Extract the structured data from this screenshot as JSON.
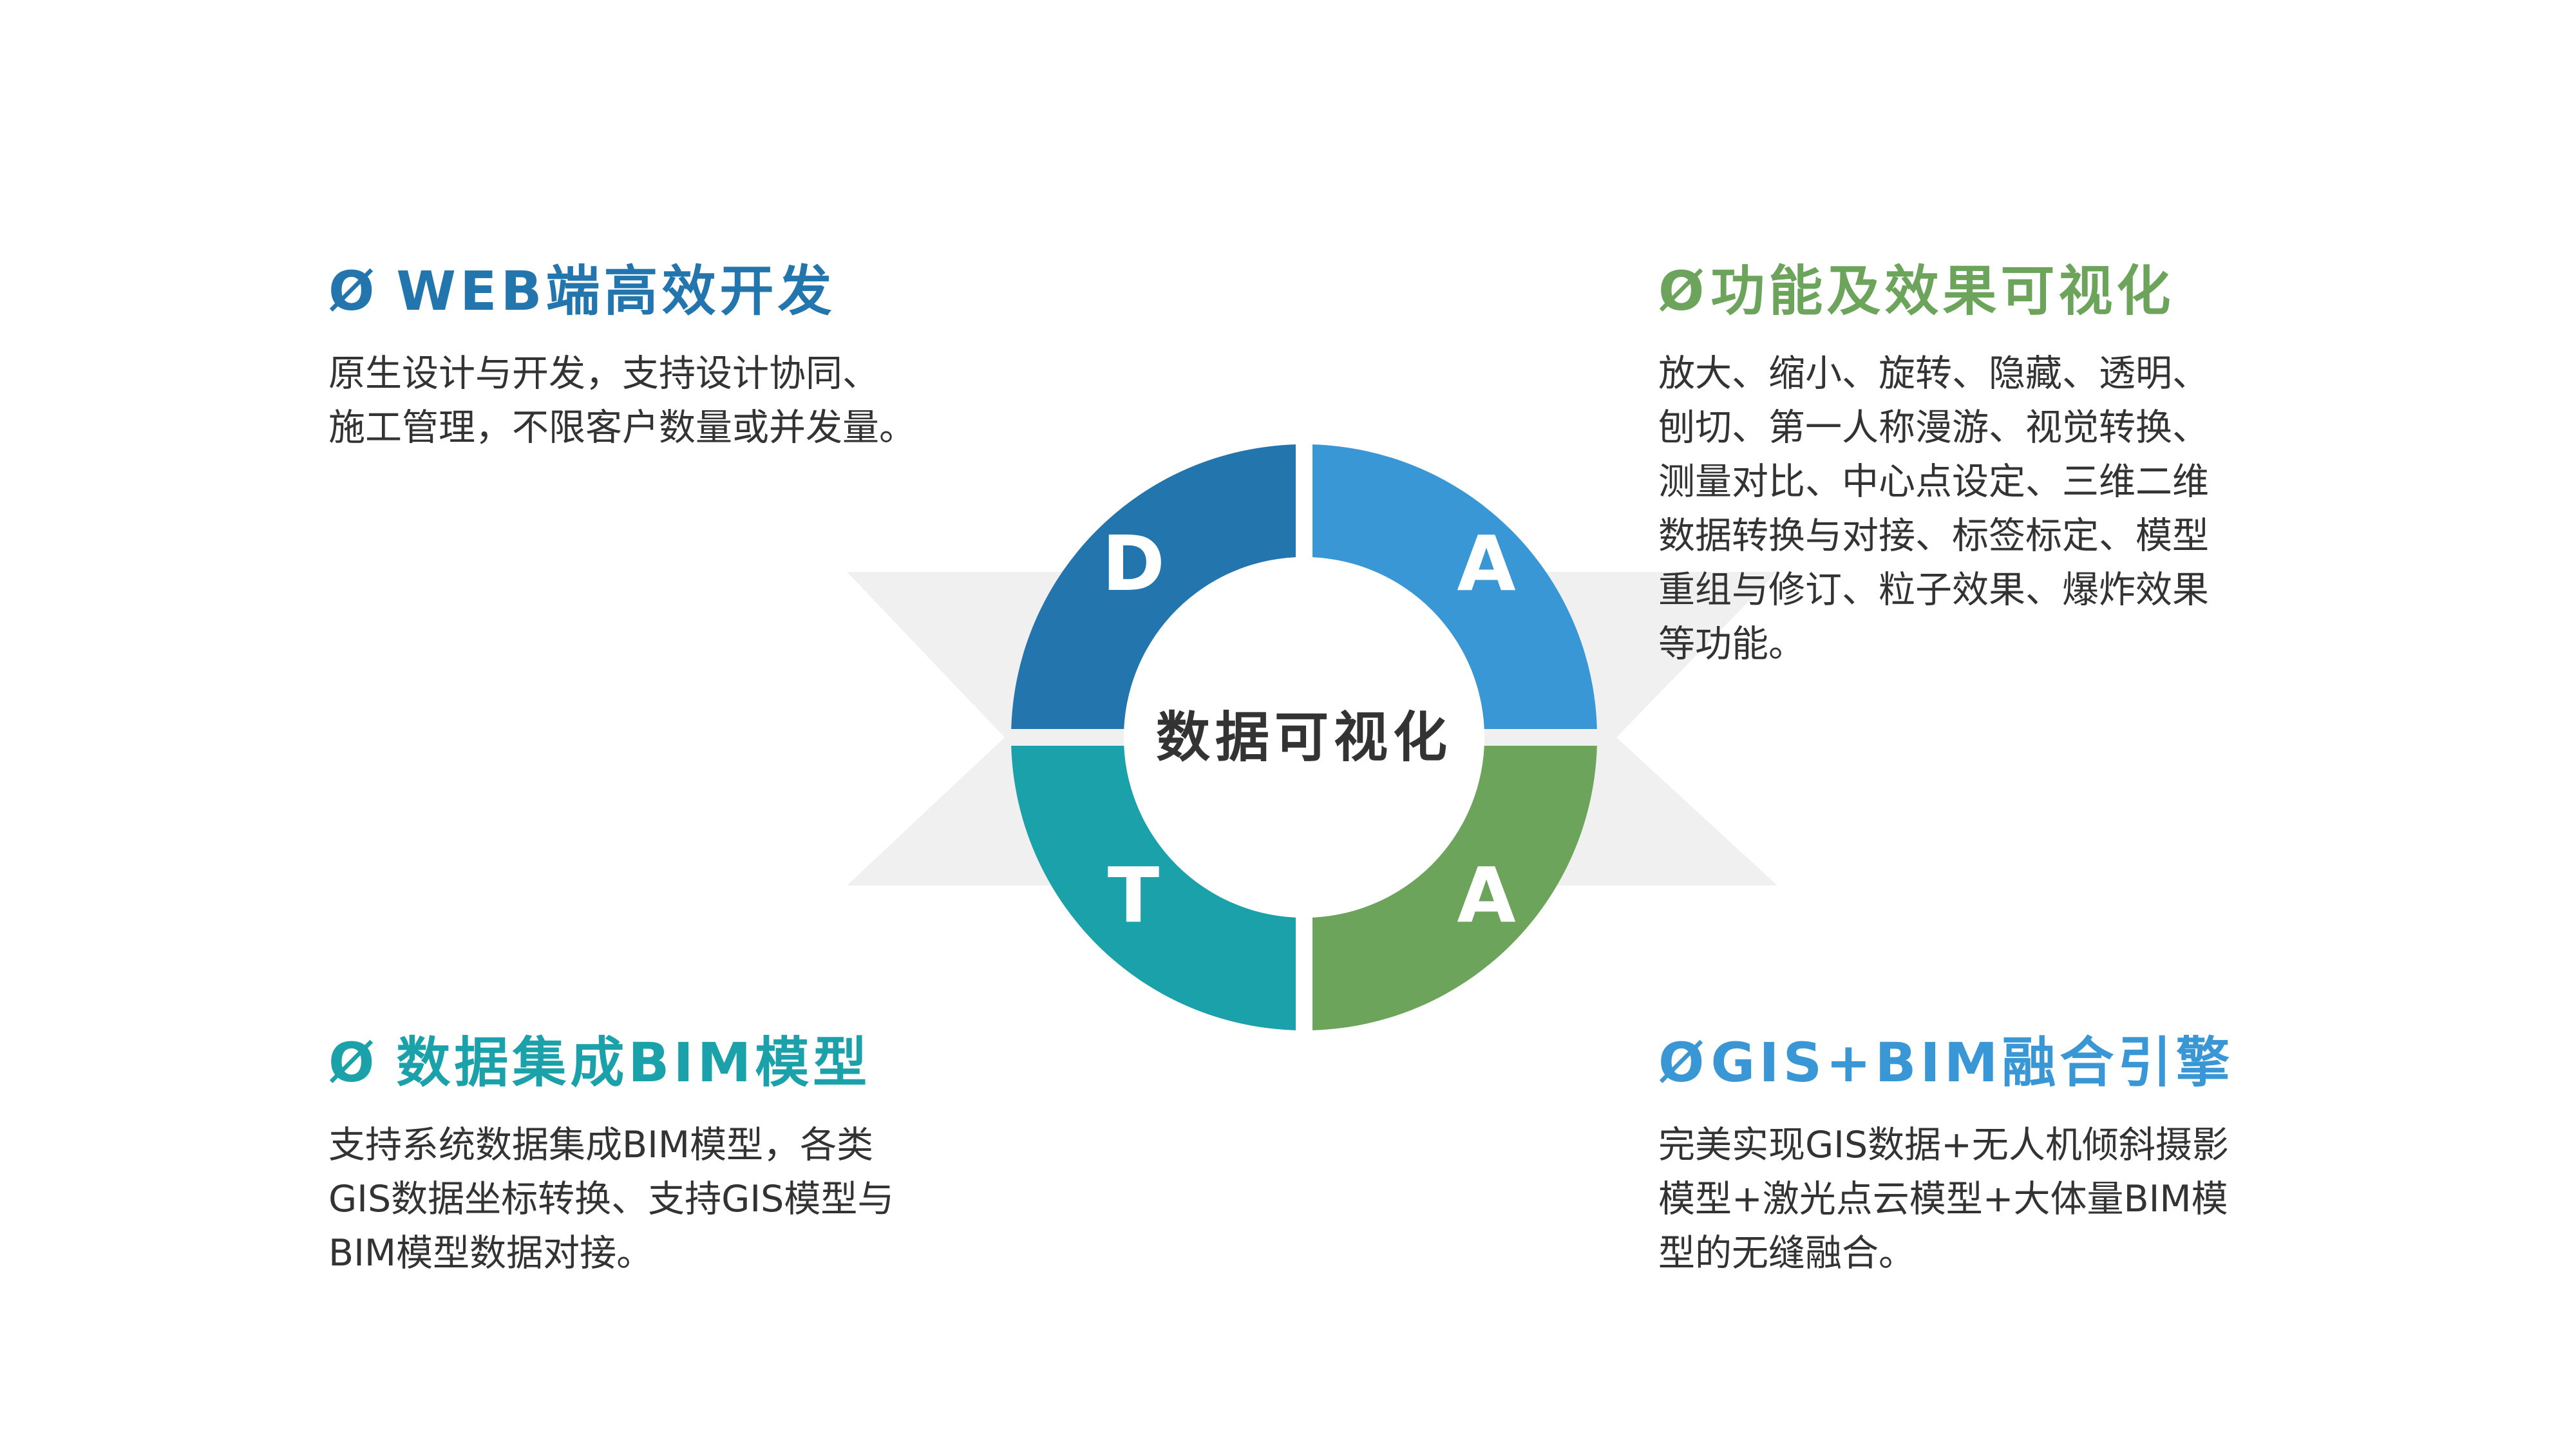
{
  "colors": {
    "quadrant_tl": "#2375ae",
    "quadrant_tr": "#3a97d6",
    "quadrant_bl": "#1ba1aa",
    "quadrant_br": "#6ba45a",
    "backdrop": "#f0f0f0",
    "center_text": "#333333",
    "body_text": "#333333"
  },
  "center": {
    "label": "数据可视化",
    "letters": [
      "D",
      "A",
      "T",
      "A"
    ]
  },
  "blocks": [
    {
      "id": "tl",
      "bullet": "Ø",
      "title": "WEB端高效开发",
      "color": "#2375ae",
      "lines": [
        "原生设计与开发，支持设计协同、",
        "施工管理，不限客户数量或并发量。"
      ]
    },
    {
      "id": "tr",
      "bullet": "Ø",
      "title": "功能及效果可视化",
      "color": "#6ba45a",
      "lines": [
        "放大、缩小、旋转、隐藏、透明、",
        "刨切、第一人称漫游、视觉转换、",
        "测量对比、中心点设定、三维二维",
        "数据转换与对接、标签标定、模型",
        "重组与修订、粒子效果、爆炸效果",
        "等功能。"
      ]
    },
    {
      "id": "bl",
      "bullet": "Ø",
      "title": "数据集成BIM模型",
      "color": "#1ba1aa",
      "lines": [
        "支持系统数据集成BIM模型，各类",
        "GIS数据坐标转换、支持GIS模型与",
        "BIM模型数据对接。"
      ]
    },
    {
      "id": "br",
      "bullet": "Ø",
      "title": "GIS+BIM融合引擎",
      "color": "#3a97d6",
      "lines": [
        "完美实现GIS数据+无人机倾斜摄影",
        "模型+激光点云模型+大体量BIM模",
        "型的无缝融合。"
      ]
    }
  ]
}
